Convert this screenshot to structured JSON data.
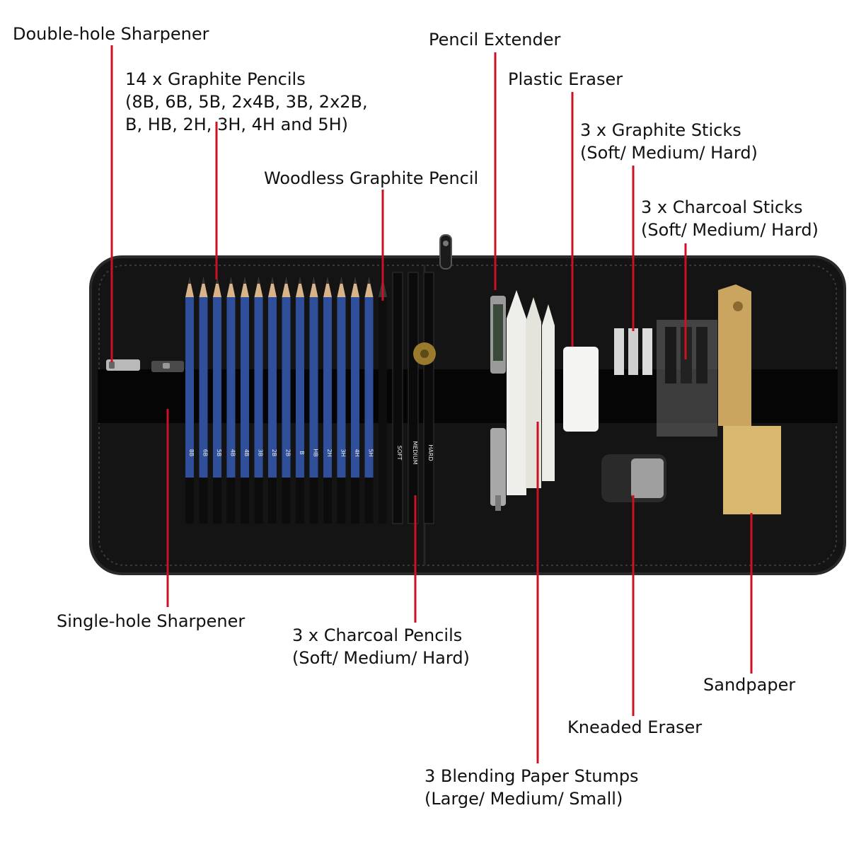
{
  "colors": {
    "leader_line": "#cc1122",
    "case": "#141414",
    "strap": "#0a0a0a",
    "pencil_body": "#2f4f9a",
    "pencil_tip_wood": "#d9b48a",
    "stump": "#eeeeea",
    "sandpaper": "#c9a55f"
  },
  "graphite_pencil_grades": [
    "8B",
    "6B",
    "5B",
    "4B",
    "4B",
    "3B",
    "2B",
    "2B",
    "B",
    "HB",
    "2H",
    "3H",
    "4H",
    "5H"
  ],
  "charcoal_pencil_grades": [
    "SOFT",
    "MEDIUM",
    "HARD"
  ],
  "labels": {
    "double_hole_sharpener": [
      "Double-hole Sharpener"
    ],
    "graphite_pencils": [
      "14 x Graphite Pencils",
      "(8B, 6B, 5B, 2x4B, 3B, 2x2B,",
      "B, HB, 2H, 3H, 4H and 5H)"
    ],
    "woodless_pencil": [
      "Woodless Graphite Pencil"
    ],
    "pencil_extender": [
      "Pencil Extender"
    ],
    "plastic_eraser": [
      "Plastic Eraser"
    ],
    "graphite_sticks": [
      "3 x Graphite Sticks",
      "(Soft/ Medium/ Hard)"
    ],
    "charcoal_sticks": [
      "3 x Charcoal Sticks",
      "(Soft/ Medium/ Hard)"
    ],
    "single_hole_sharpener": [
      "Single-hole Sharpener"
    ],
    "charcoal_pencils": [
      "3 x Charcoal Pencils",
      "(Soft/ Medium/ Hard)"
    ],
    "sandpaper": [
      "Sandpaper"
    ],
    "kneaded_eraser": [
      "Kneaded Eraser"
    ],
    "blending_stumps": [
      "3 Blending Paper Stumps",
      "(Large/ Medium/ Small)"
    ]
  }
}
